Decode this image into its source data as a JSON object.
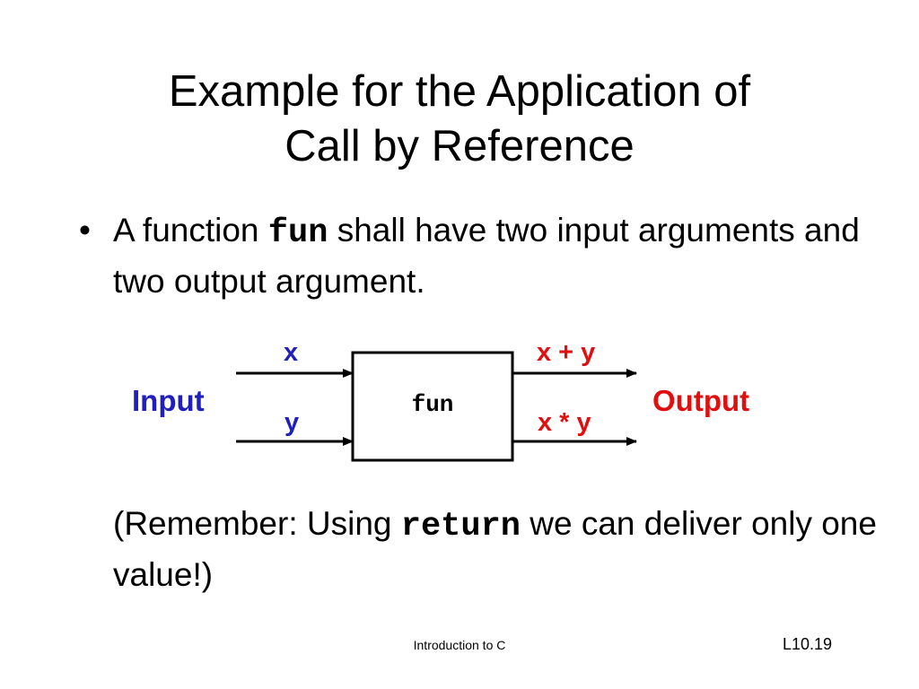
{
  "slide": {
    "title_line1": "Example for the Application of",
    "title_line2": "Call by Reference"
  },
  "bullet": {
    "marker": "•",
    "text_before": "A function ",
    "code": "fun",
    "text_after": " shall have two input arguments and two output argument."
  },
  "diagram": {
    "input_label": "Input",
    "output_label": "Output",
    "in_arg_1": "x",
    "in_arg_2": "y",
    "out_arg_1": "x + y",
    "out_arg_2": "x * y",
    "box_label": "fun",
    "colors": {
      "input": "#1f1fbf",
      "output": "#e01010"
    }
  },
  "remember": {
    "text_before": "(Remember: Using ",
    "code": "return",
    "text_after": " we can deliver only one value!)"
  },
  "footer": {
    "center": "Introduction to C",
    "page": "L10.19"
  }
}
